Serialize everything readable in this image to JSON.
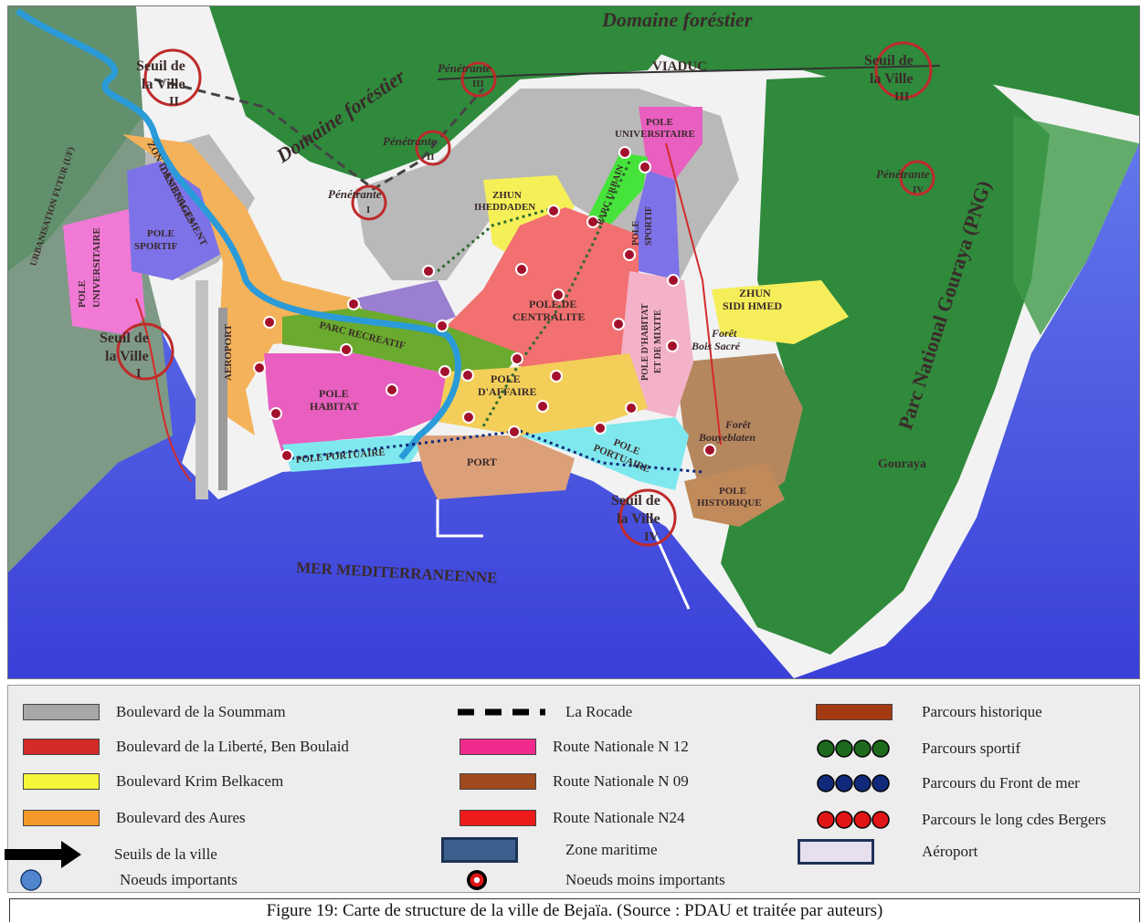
{
  "map": {
    "labels": {
      "domaine_forestier_top": "Domaine foréstier",
      "domaine_forestier_diag": "Domaine foréstier",
      "viaduc": "VIADUC",
      "seuil_2": [
        "Seuil de",
        "la Ville",
        "II"
      ],
      "seuil_3": [
        "Seuil de",
        "la Ville",
        "III"
      ],
      "seuil_1": [
        "Seuil de",
        "la Ville",
        "I"
      ],
      "seuil_4": [
        "Seuil de",
        "la Ville",
        "IV"
      ],
      "penetrante_3": [
        "Pénétrante",
        "III"
      ],
      "penetrante_2": [
        "Pénétrante",
        "II"
      ],
      "penetrante_1": [
        "Pénétrante",
        "I"
      ],
      "penetrante_4": [
        "Pénétrante",
        "IV"
      ],
      "pole_universitaire_n": [
        "POLE",
        "UNIVERSITAIRE"
      ],
      "pole_universitaire_w": [
        "POLE",
        "UNIVERSITAIRE"
      ],
      "urbanisation": "URBANISATION FUTUR (UF)",
      "zone_berges": [
        "ZON D'AMENAGEMENT",
        "DES BERGES"
      ],
      "pole_sportif_w": [
        "POLE",
        "SPORTIF"
      ],
      "pole_sportif_n": [
        "POLE",
        "SPORTIF"
      ],
      "zhun_iheddaden": [
        "ZHUN",
        "IHEDDADEN"
      ],
      "parc_urbain": "PARC URBAIN",
      "pole_centralite": [
        "POLE DE",
        "CENTRALITE"
      ],
      "pole_habitat_mixite": [
        "POLE D'HABITAT",
        "ET DE MIXITE"
      ],
      "zhun_sidi_hmed": [
        "ZHUN",
        "SIDI HMED"
      ],
      "foret_bois_sacre": [
        "Forêt",
        "Bois Sacré"
      ],
      "parc_recreatif": "PARC RECREATIF",
      "aeroport": "AEROPORT",
      "pole_habitat": [
        "POLE",
        "HABITAT"
      ],
      "pole_affaire": [
        "POLE",
        "D'AFFAIRE"
      ],
      "pole_portuaire_w": "POLE PORTUAIRE",
      "pole_portuaire_e": [
        "POLE",
        "PORTUAIRE"
      ],
      "port": "PORT",
      "foret_bouyeblaten": [
        "Forêt",
        "Bouyeblaten"
      ],
      "pole_historique": [
        "POLE",
        "HISTORIQUE"
      ],
      "gouraya": "Gouraya",
      "parc_national": "Parc National Gouraya (PNG)",
      "mer": "MER MEDITERRANEENNE"
    },
    "colors": {
      "sea": "#4b55e0",
      "forest": "#2f8a3c",
      "gray_zone": "#b9b9b9",
      "habitat_pink": "#e85fbf",
      "centralite_red": "#f2706f",
      "affaire_yellow": "#f3cf5a",
      "portuaire_cyan": "#7fe8ee",
      "orange_zone": "#f4b25a",
      "violet_sportif": "#7d72e8",
      "park_green": "#6aaa2e",
      "bright_green": "#46e43a",
      "brown_zone": "#b5875f",
      "port_tan": "#dba078",
      "node": "#a3102b"
    }
  },
  "legend": {
    "items": [
      {
        "label": "Boulevard de la Soummam",
        "color": "#a7a7a7"
      },
      {
        "label": "Boulevard de la Liberté, Ben Boulaid",
        "color": "#d42a2a"
      },
      {
        "label": "Boulevard Krim Belkacem",
        "color": "#f5f53a"
      },
      {
        "label": "Boulevard des Aures",
        "color": "#f59a2a"
      },
      {
        "label": "Seuils de la ville",
        "symbol": "black-arrow"
      },
      {
        "label": "Noeuds importants",
        "symbol": "blue-circle",
        "color": "#4f86cf"
      },
      {
        "label": "La Rocade",
        "symbol": "dashed-line"
      },
      {
        "label": "Route Nationale N 12",
        "color": "#f22a8e"
      },
      {
        "label": "Route Nationale N 09",
        "color": "#a04a1e"
      },
      {
        "label": "Route Nationale N24",
        "color": "#ee1b1b"
      },
      {
        "label": "Zone maritime",
        "color": "#3c5f8e"
      },
      {
        "label": "Noeuds moins importants",
        "symbol": "red-ring"
      },
      {
        "label": "Parcours historique",
        "color": "#a33a12"
      },
      {
        "label": "Parcours sportif",
        "color": "#1d6a1d"
      },
      {
        "label": "Parcours du Front de mer",
        "color": "#10297a"
      },
      {
        "label": "Parcours le long cdes Bergers",
        "color": "#e01515"
      },
      {
        "label": "Aéroport",
        "color": "#e6e0ee"
      }
    ]
  },
  "caption": "Figure 19: Carte de structure de la ville de Bejaïa. (Source : PDAU et traitée par auteurs)"
}
